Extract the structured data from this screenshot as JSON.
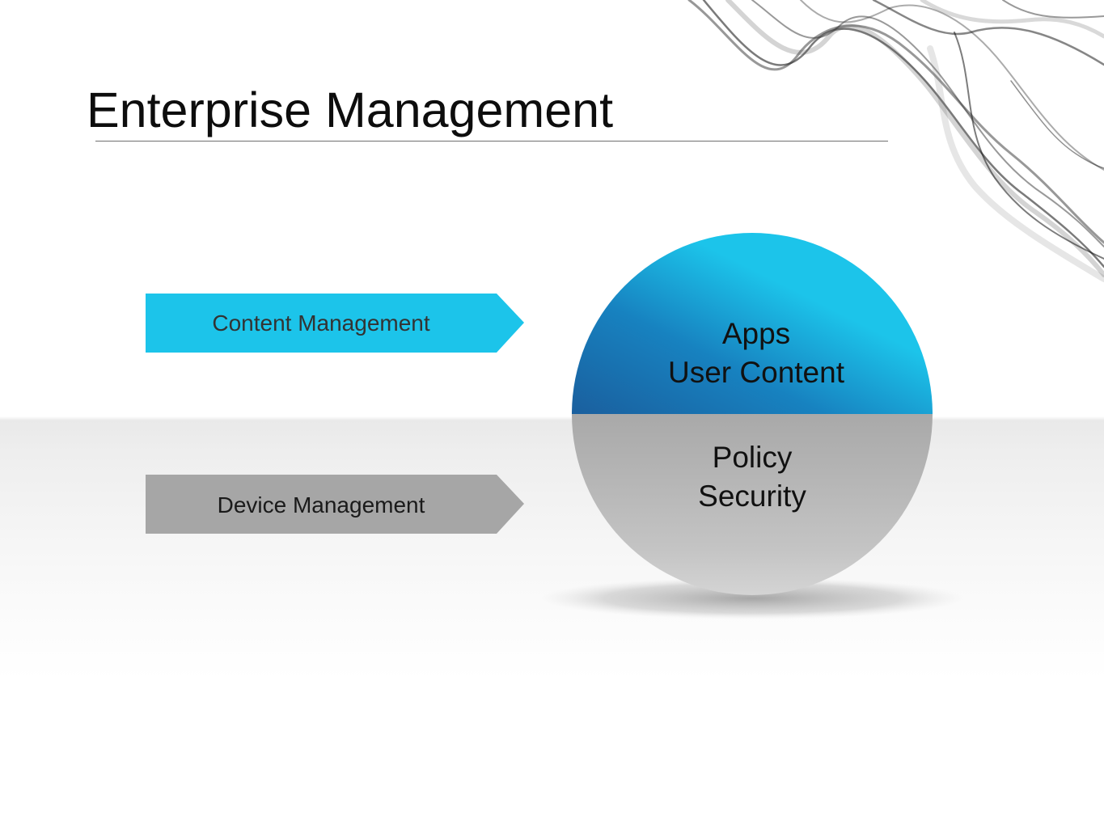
{
  "slide": {
    "title": "Enterprise Management"
  },
  "arrows": [
    {
      "label": "Content Management",
      "color": "#1cc4ea",
      "text_color": "#333333"
    },
    {
      "label": "Device Management",
      "color": "#a6a6a6",
      "text_color": "#1a1a1a"
    }
  ],
  "sphere": {
    "top": {
      "lines": [
        "Apps",
        "User Content"
      ],
      "color": "#1cc4ea",
      "shade_color": "#1a5f9e"
    },
    "bottom": {
      "lines": [
        "Policy",
        "Security"
      ],
      "color": "#b5b5b5"
    }
  }
}
